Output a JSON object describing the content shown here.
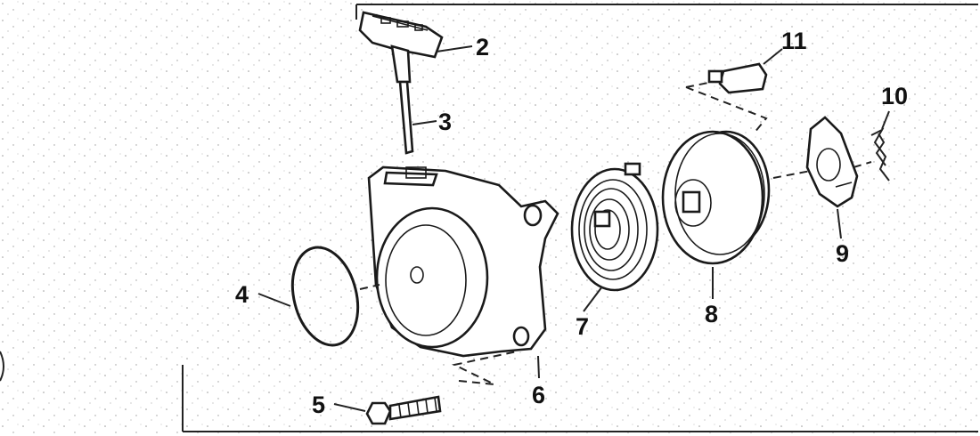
{
  "callouts": {
    "c2": "2",
    "c3": "3",
    "c4": "4",
    "c5": "5",
    "c6": "6",
    "c7": "7",
    "c8": "8",
    "c9": "9",
    "c10": "10",
    "c11": "11"
  },
  "colors": {
    "paper": "#ffffff",
    "ink": "#1a1a1a",
    "speckle": "#9a9a9a"
  }
}
